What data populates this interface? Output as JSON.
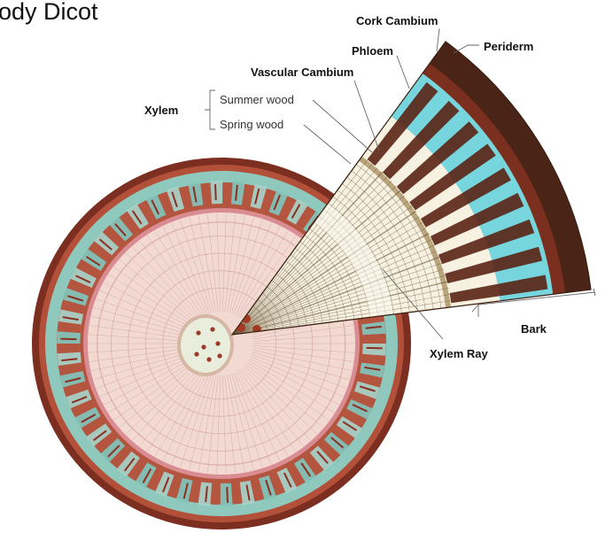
{
  "title": "ody Dicot",
  "labels": {
    "cork_cambium": "Cork Cambium",
    "periderm": "Periderm",
    "phloem": "Phloem",
    "vascular_cambium": "Vascular Cambium",
    "xylem": "Xylem",
    "summer_wood": "Summer wood",
    "spring_wood": "Spring wood",
    "bark": "Bark",
    "xylem_ray": "Xylem Ray"
  },
  "colors": {
    "wood": "#f3dcd6",
    "cortex_teal": "#7ec9c2",
    "bark_red": "#8a3a26",
    "dark_bark": "#4a2416",
    "pith": "#e9eddc",
    "ray_line": "#c89a94",
    "magnified_wood": "#f7f1e2",
    "magnified_lines": "#6b5a3a",
    "cyan_cells": "#5fd0dc"
  }
}
